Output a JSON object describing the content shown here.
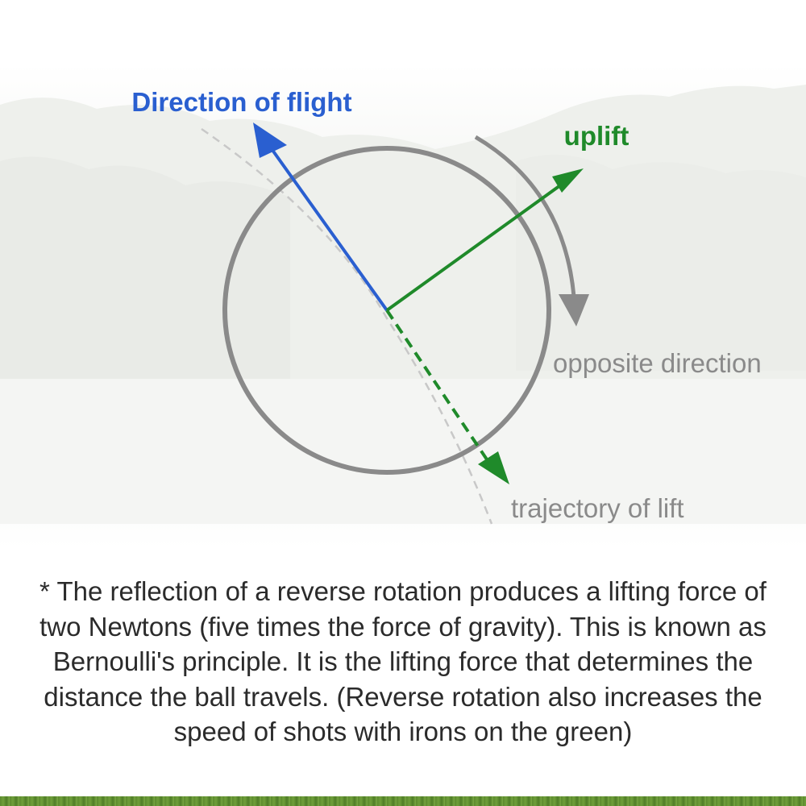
{
  "diagram": {
    "labels": {
      "direction_of_flight": "Direction of flight",
      "uplift": "uplift",
      "opposite_direction": "opposite direction",
      "trajectory_of_lift": "trajectory of lift"
    },
    "colors": {
      "flight_arrow": "#2a5fd0",
      "uplift_arrow": "#1f8a2a",
      "ball_outline": "#8a8a8a",
      "rotation_arrow": "#8a8a8a",
      "trajectory_dashed": "#c8c8c8",
      "label_gray": "#8a8a8a"
    }
  },
  "caption": {
    "text": "* The reflection of a reverse rotation produces a lifting force of two Newtons (five times the force of gravity). This is known as Bernoulli's principle. It is the lifting force that determines the distance the ball travels. (Reverse rotation also increases the speed of shots with irons on the green)"
  },
  "icons": {
    "ball": "golf-ball-outline-icon",
    "rotation": "curved-rotation-arrow-icon"
  }
}
